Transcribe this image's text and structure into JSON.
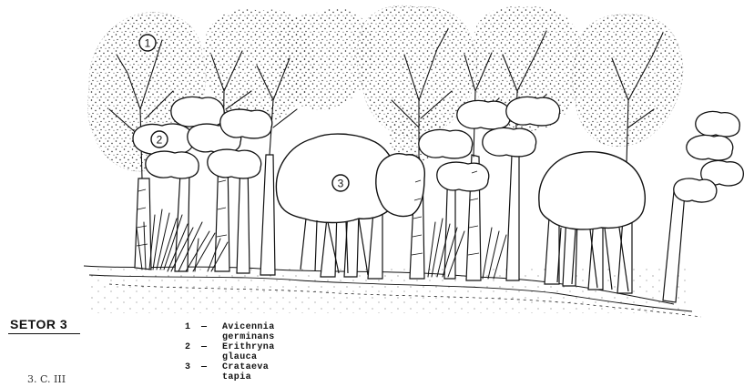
{
  "sector": {
    "title": "SETOR 3"
  },
  "legend": [
    {
      "number": "1",
      "dash": "—",
      "name": "Avicennia germinans"
    },
    {
      "number": "2",
      "dash": "—",
      "name": "Erithryna glauca"
    },
    {
      "number": "3",
      "dash": "—",
      "name": "Crataeva tapia"
    }
  ],
  "markers": [
    "1",
    "2",
    "3"
  ],
  "fragment": "3. C. III"
}
